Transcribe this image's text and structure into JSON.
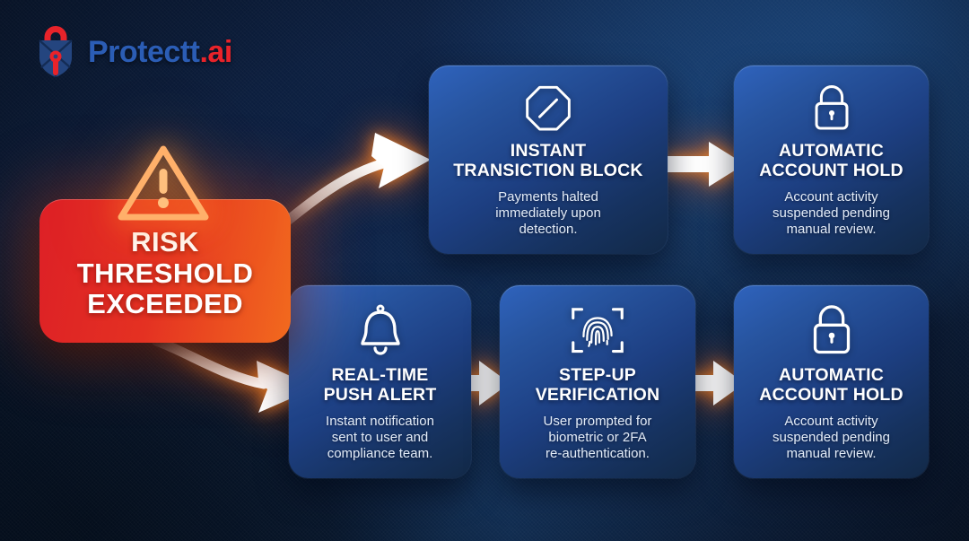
{
  "brand": {
    "name_primary": "Protectt",
    "name_suffix": ".ai",
    "logo_icon": "shield-lock-icon",
    "color_primary": "#2B5DB5",
    "color_suffix": "#E8232A"
  },
  "alert": {
    "icon": "warning-triangle-icon",
    "title": "RISK\nTHRESHOLD\nEXCEEDED",
    "gradient_from": "#DD2026",
    "gradient_to": "#F26A1E"
  },
  "flow": {
    "rows": [
      {
        "id": "top-row",
        "steps": [
          {
            "icon": "no-entry-octagon-icon",
            "title": "INSTANT\nTRANSICTION BLOCK",
            "desc": "Payments halted\nimmediately upon\ndetection."
          },
          {
            "icon": "padlock-icon",
            "title": "AUTOMATIC\nACCOUNT HOLD",
            "desc": "Account activity\nsuspended pending\nmanual review."
          }
        ]
      },
      {
        "id": "bottom-row",
        "steps": [
          {
            "icon": "bell-icon",
            "title": "REAL-TIME\nPUSH ALERT",
            "desc": "Instant notification\nsent to user and\ncompliance team."
          },
          {
            "icon": "fingerprint-scan-icon",
            "title": "STEP-UP\nVERIFICATION",
            "desc": "User prompted for\nbiometric or 2FA\nre-authentication."
          },
          {
            "icon": "padlock-icon",
            "title": "AUTOMATIC\nACCOUNT HOLD",
            "desc": "Account activity\nsuspended pending\nmanual review."
          }
        ]
      }
    ],
    "connectors": [
      {
        "name": "curved-arrow-to-top-row",
        "style": "curved"
      },
      {
        "name": "curved-arrow-to-bottom-row",
        "style": "curved"
      },
      {
        "name": "arrow-block-to-hold",
        "style": "straight"
      },
      {
        "name": "arrow-alert-to-stepup",
        "style": "straight"
      },
      {
        "name": "arrow-stepup-to-hold",
        "style": "straight"
      }
    ]
  },
  "theme": {
    "card_gradient_from": "#2f63bd",
    "card_gradient_to": "#122947",
    "background_deep": "#081427",
    "background_light": "#1d4b85",
    "arrow_color": "#ffffff",
    "arrow_glow": "#ff8a28"
  }
}
